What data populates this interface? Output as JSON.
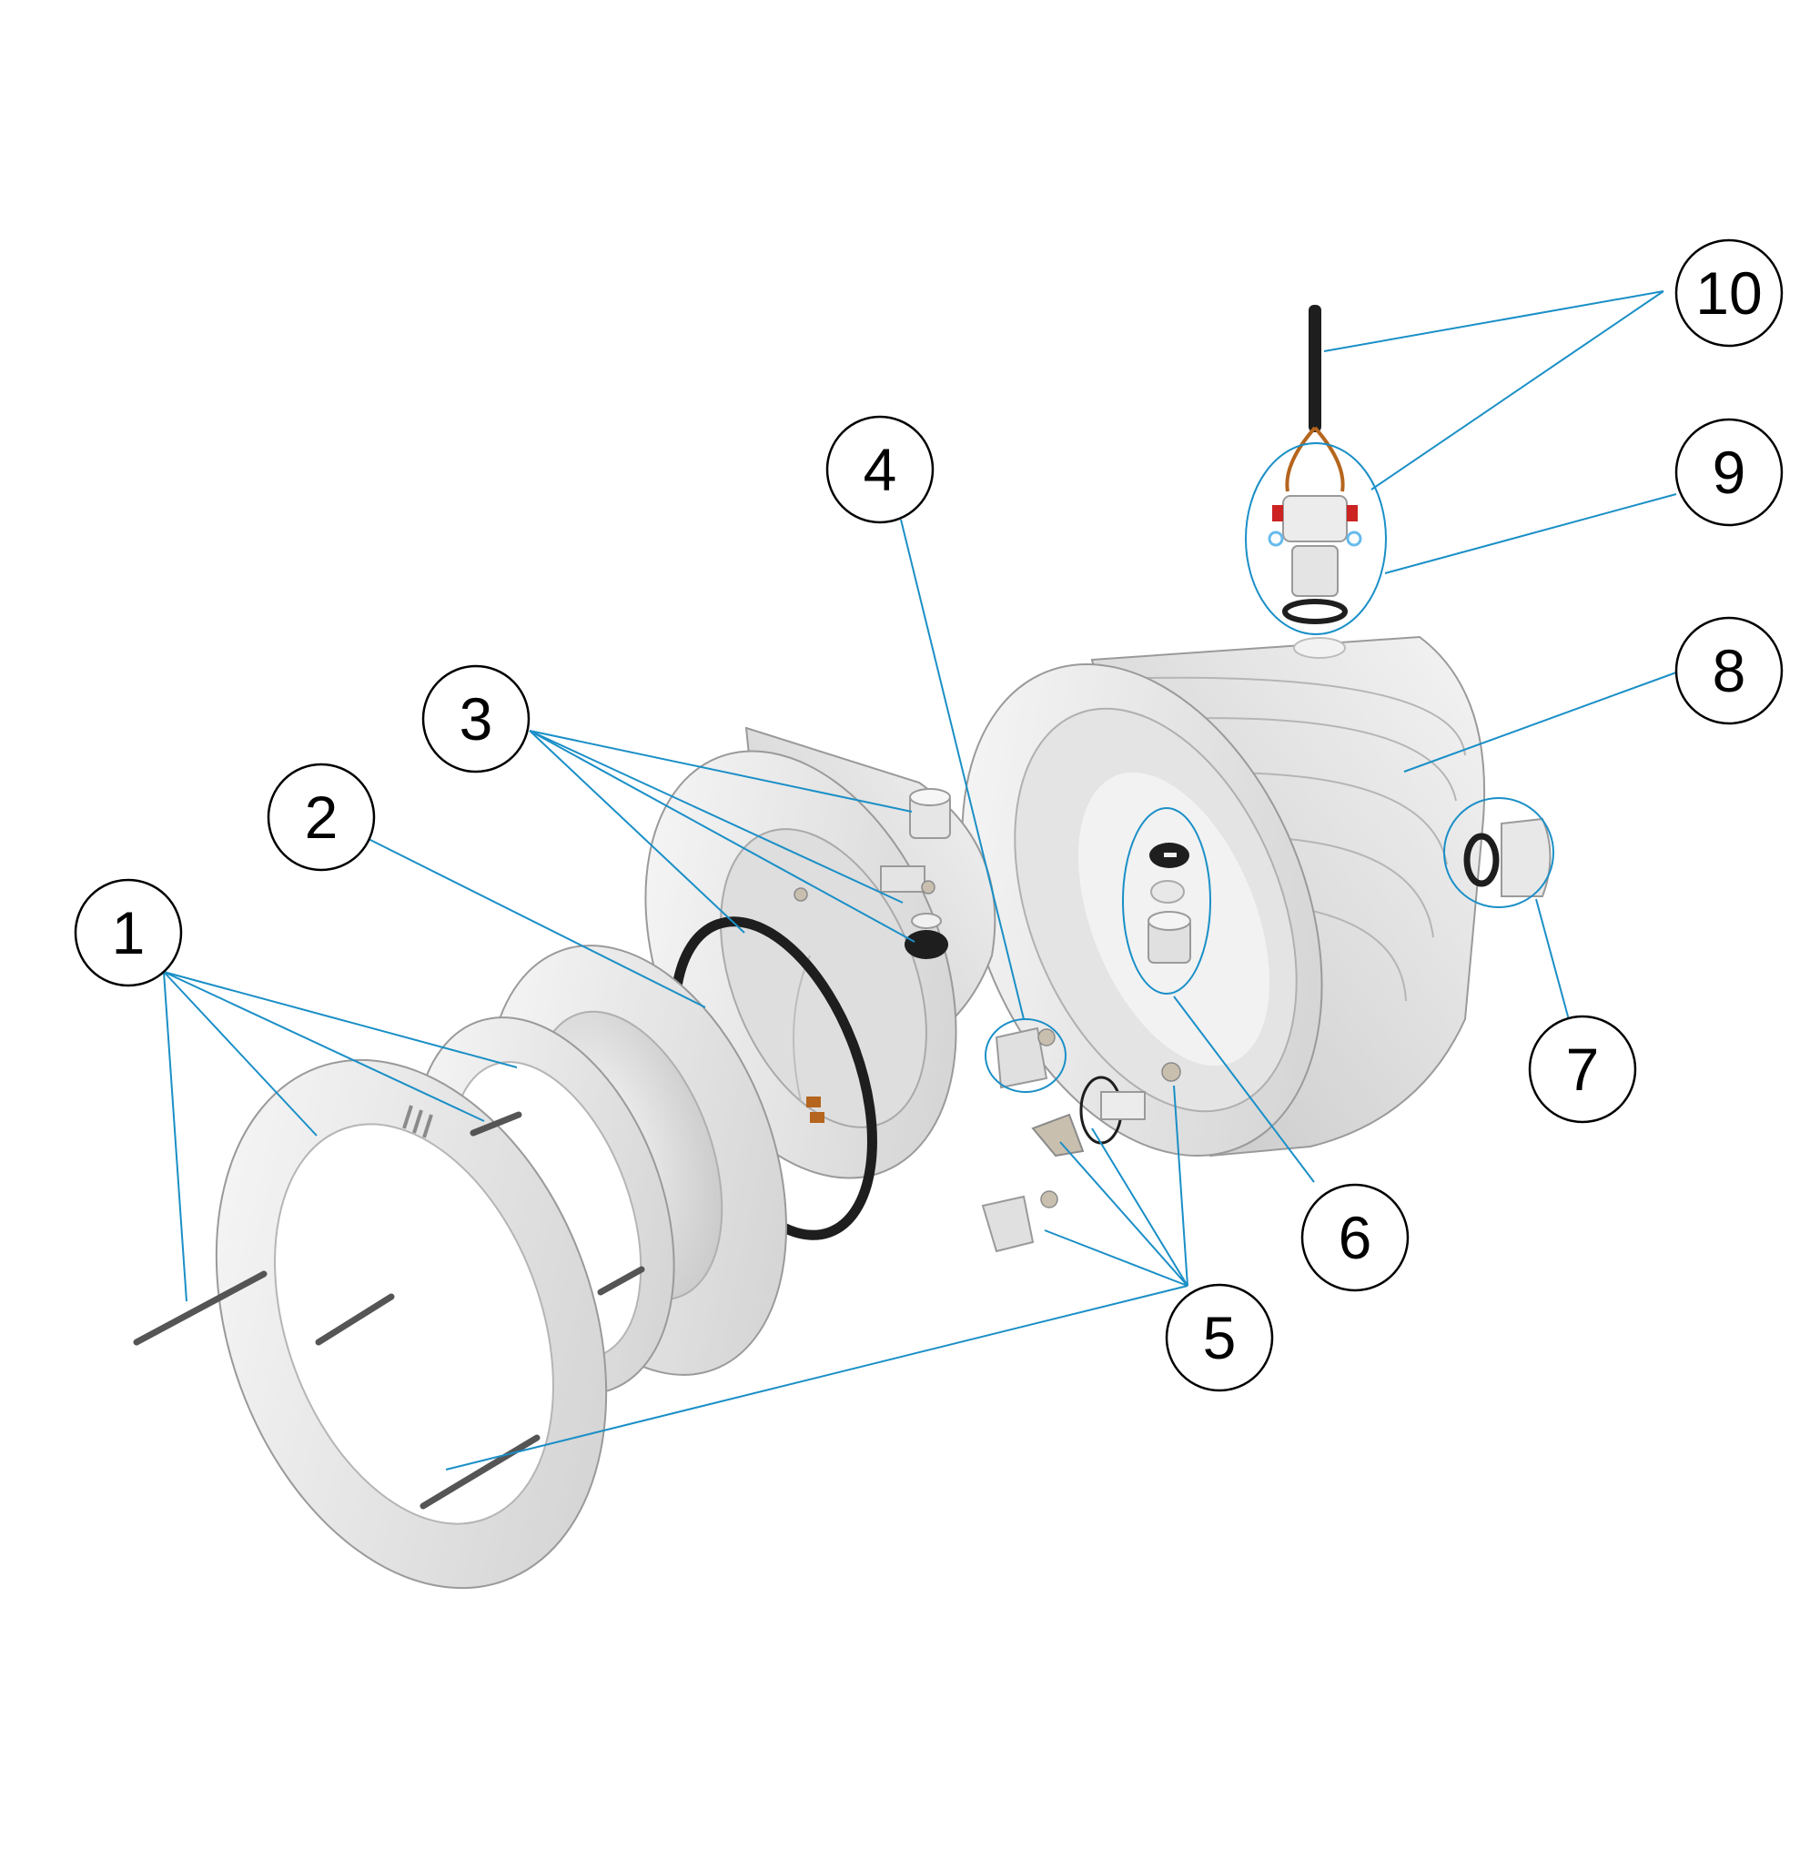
{
  "callouts": [
    {
      "id": "1",
      "label": "1"
    },
    {
      "id": "2",
      "label": "2"
    },
    {
      "id": "3",
      "label": "3"
    },
    {
      "id": "4",
      "label": "4"
    },
    {
      "id": "5",
      "label": "5"
    },
    {
      "id": "6",
      "label": "6"
    },
    {
      "id": "7",
      "label": "7"
    },
    {
      "id": "8",
      "label": "8"
    },
    {
      "id": "9",
      "label": "9"
    },
    {
      "id": "10",
      "label": "10"
    }
  ],
  "colors": {
    "leader": "#1a8fc7",
    "part_fill": "#ededed",
    "part_shade": "#d2d2d2",
    "gasket": "#1e1e1e",
    "wire": "#b5651d",
    "contact_red": "#cc2222"
  }
}
